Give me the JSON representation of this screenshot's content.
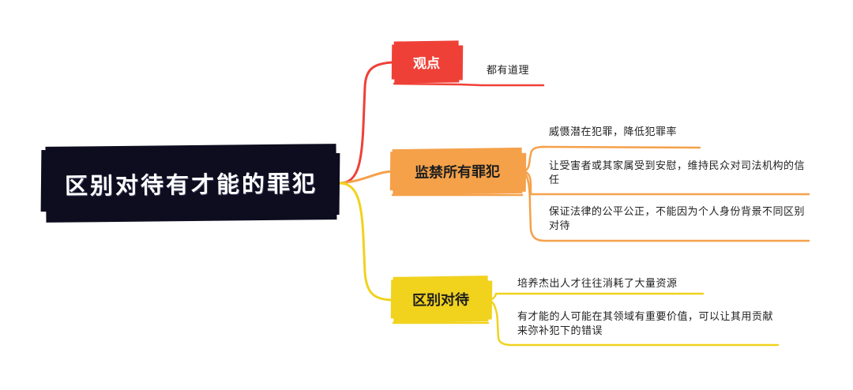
{
  "mindmap": {
    "root": {
      "title": "区别对待有才能的罪犯"
    },
    "branches": [
      {
        "label": "观点",
        "color": "#ef4037",
        "leaves": [
          "都有道理"
        ]
      },
      {
        "label": "监禁所有罪犯",
        "color": "#f5a14a",
        "leaves": [
          "威慑潜在犯罪，降低犯罪率",
          "让受害者或其家属受到安慰，维持民众对司法机构的信任",
          "保证法律的公平公正，不能因为个人身份背景不同区别对待"
        ]
      },
      {
        "label": "区别对待",
        "color": "#f1d21d",
        "leaves": [
          "培养杰出人才往往消耗了大量资源",
          "有才能的人可能在其领域有重要价值，可以让其用贡献来弥补犯下的错误"
        ]
      }
    ]
  }
}
